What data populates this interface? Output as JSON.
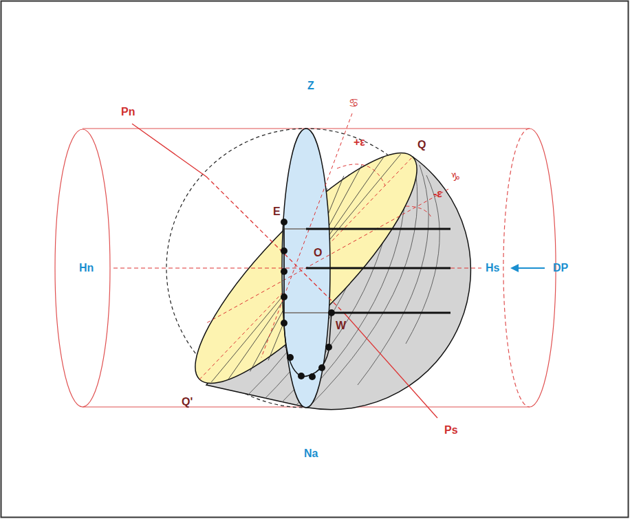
{
  "diagram": {
    "labels": [
      "Z",
      "Pn",
      "♋",
      "+ε",
      "Q",
      "E",
      "♑",
      "-ε",
      "Hn",
      "O",
      "Hs",
      "DP",
      "W",
      "Q'",
      "Na",
      "Ps"
    ]
  }
}
